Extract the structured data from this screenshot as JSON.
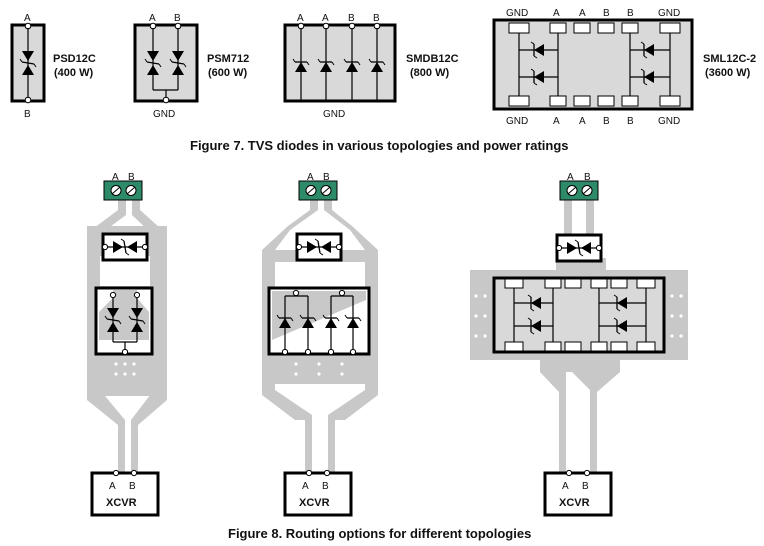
{
  "figure7": {
    "caption": "Figure 7. TVS diodes in various topologies and power ratings",
    "devices": [
      {
        "name": "PSD12C",
        "rating": "(400 W)",
        "top_pins": [
          "A"
        ],
        "bottom_pins": [
          "B"
        ]
      },
      {
        "name": "PSM712",
        "rating": "(600 W)",
        "top_pins": [
          "A",
          "B"
        ],
        "bottom_pins": [
          "GND"
        ]
      },
      {
        "name": "SMDB12C",
        "rating": "(800 W)",
        "top_pins": [
          "A",
          "A",
          "B",
          "B"
        ],
        "bottom_pins": [
          "GND"
        ]
      },
      {
        "name": "SML12C-2",
        "rating": "(3600 W)",
        "top_pins": [
          "GND",
          "A",
          "A",
          "B",
          "B",
          "GND"
        ],
        "bottom_pins": [
          "GND",
          "A",
          "A",
          "B",
          "B",
          "GND"
        ]
      }
    ]
  },
  "figure8": {
    "caption": "Figure 8. Routing options for different topologies",
    "layouts": [
      {
        "terminal_pins": [
          "A",
          "B"
        ],
        "transceiver_label": "XCVR",
        "transceiver_pins": [
          "A",
          "B"
        ]
      },
      {
        "terminal_pins": [
          "A",
          "B"
        ],
        "transceiver_label": "XCVR",
        "transceiver_pins": [
          "A",
          "B"
        ]
      },
      {
        "terminal_pins": [
          "A",
          "B"
        ],
        "transceiver_label": "XCVR",
        "transceiver_pins": [
          "A",
          "B"
        ]
      }
    ]
  }
}
